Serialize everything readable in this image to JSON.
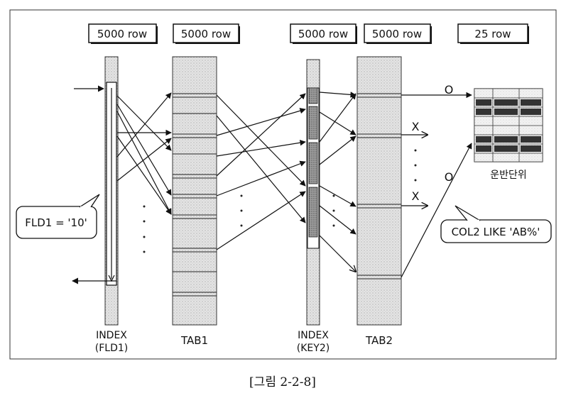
{
  "row_badges": [
    {
      "id": "index-fld1",
      "label": "5000 row"
    },
    {
      "id": "tab1",
      "label": "5000 row"
    },
    {
      "id": "index-key2",
      "label": "5000 row"
    },
    {
      "id": "tab2",
      "label": "5000 row"
    },
    {
      "id": "result",
      "label": "25 row"
    }
  ],
  "columns": {
    "index_fld1": {
      "line1": "INDEX",
      "line2": "(FLD1)"
    },
    "tab1": {
      "label": "TAB1"
    },
    "index_key2": {
      "line1": "INDEX",
      "line2": "(KEY2)"
    },
    "tab2": {
      "label": "TAB2"
    }
  },
  "callouts": {
    "fld1": "FLD1 = '10'",
    "col2": "COL2 LIKE 'AB%'"
  },
  "marks": {
    "pass_top": "O",
    "pass_bottom": "O",
    "reject_1": "X",
    "reject_2": "X"
  },
  "result": {
    "label": "운반단위"
  },
  "caption": "[그림 2-2-8]",
  "colors": {
    "line": "#111111",
    "box_fill": "#e2e2e2",
    "dark_cell": "#333333"
  }
}
